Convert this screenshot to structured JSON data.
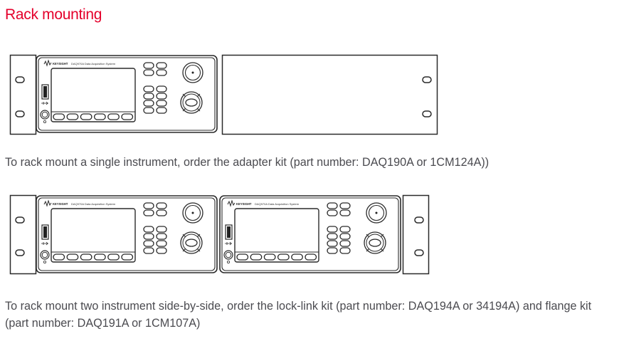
{
  "page": {
    "title": "Rack mounting",
    "accent_color": "#e4002b",
    "text_color": "#4b4b50"
  },
  "figures": [
    {
      "id": "single-instrument-rack",
      "instruments": [
        {
          "brand": "KEYSIGHT",
          "model": "DAQ970A Data Acquisition System"
        }
      ],
      "layout": [
        "flange-ear",
        "instrument",
        "filler-panel"
      ],
      "caption": "To rack mount a single instrument, order the adapter kit (part number: DAQ190A or 1CM124A))"
    },
    {
      "id": "side-by-side-rack",
      "instruments": [
        {
          "brand": "KEYSIGHT",
          "model": "DAQ970A Data Acquisition System"
        },
        {
          "brand": "KEYSIGHT",
          "model": "DAQ970A Data Acquisition System"
        }
      ],
      "layout": [
        "flange-ear",
        "instrument",
        "instrument",
        "flange-ear"
      ],
      "caption": "To rack mount two instrument side-by-side, order the lock-link kit (part number: DAQ194A or 34194A) and flange kit (part number: DAQ191A or 1CM107A)"
    }
  ]
}
